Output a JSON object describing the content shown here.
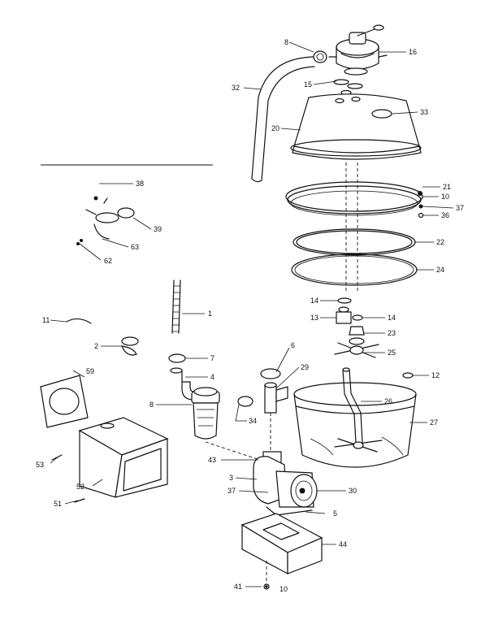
{
  "callouts": [
    {
      "id": "c-8-top",
      "text": "8"
    },
    {
      "id": "c-16",
      "text": "16"
    },
    {
      "id": "c-32",
      "text": "32"
    },
    {
      "id": "c-15",
      "text": "15"
    },
    {
      "id": "c-33",
      "text": "33"
    },
    {
      "id": "c-20",
      "text": "20"
    },
    {
      "id": "c-21",
      "text": "21"
    },
    {
      "id": "c-10-top",
      "text": "10"
    },
    {
      "id": "c-37-top",
      "text": "37"
    },
    {
      "id": "c-36",
      "text": "36"
    },
    {
      "id": "c-22",
      "text": "22"
    },
    {
      "id": "c-24",
      "text": "24"
    },
    {
      "id": "c-38",
      "text": "38"
    },
    {
      "id": "c-39",
      "text": "39"
    },
    {
      "id": "c-63",
      "text": "63"
    },
    {
      "id": "c-62",
      "text": "62"
    },
    {
      "id": "c-1",
      "text": "1"
    },
    {
      "id": "c-11",
      "text": "11"
    },
    {
      "id": "c-14-a",
      "text": "14"
    },
    {
      "id": "c-13",
      "text": "13"
    },
    {
      "id": "c-14-b",
      "text": "14"
    },
    {
      "id": "c-23",
      "text": "23"
    },
    {
      "id": "c-2",
      "text": "2"
    },
    {
      "id": "c-7",
      "text": "7"
    },
    {
      "id": "c-6",
      "text": "6"
    },
    {
      "id": "c-25",
      "text": "25"
    },
    {
      "id": "c-29",
      "text": "29"
    },
    {
      "id": "c-12",
      "text": "12"
    },
    {
      "id": "c-59",
      "text": "59"
    },
    {
      "id": "c-4",
      "text": "4"
    },
    {
      "id": "c-8-mid",
      "text": "8"
    },
    {
      "id": "c-26",
      "text": "26"
    },
    {
      "id": "c-34",
      "text": "34"
    },
    {
      "id": "c-27",
      "text": "27"
    },
    {
      "id": "c-43",
      "text": "43"
    },
    {
      "id": "c-53",
      "text": "53"
    },
    {
      "id": "c-3",
      "text": "3"
    },
    {
      "id": "c-52",
      "text": "52"
    },
    {
      "id": "c-37-mid",
      "text": "37"
    },
    {
      "id": "c-30",
      "text": "30"
    },
    {
      "id": "c-51",
      "text": "51"
    },
    {
      "id": "c-5",
      "text": "5"
    },
    {
      "id": "c-44",
      "text": "44"
    },
    {
      "id": "c-41",
      "text": "41"
    },
    {
      "id": "c-10-bot",
      "text": "10"
    }
  ],
  "colors": {
    "ink": "#111111",
    "paper": "#ffffff"
  }
}
